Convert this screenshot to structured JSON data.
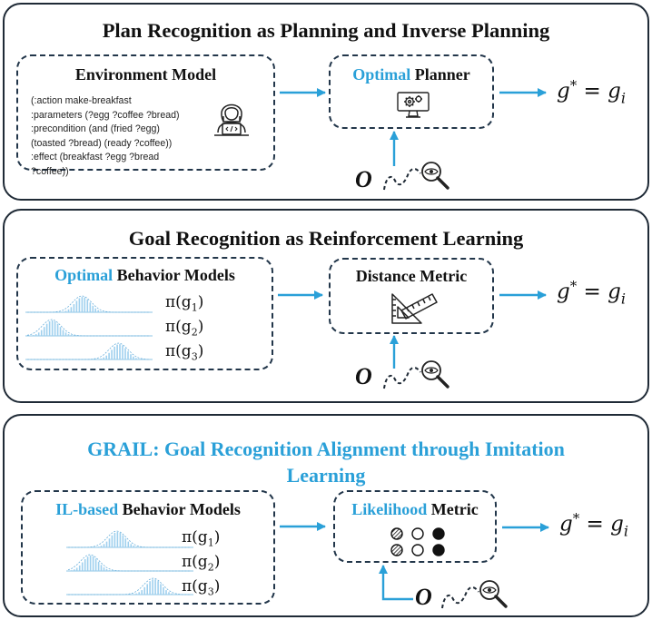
{
  "accent_color": "#2aa0d8",
  "panel1": {
    "title": "Plan Recognition as Planning and Inverse Planning",
    "env_box": {
      "title": "Environment Model",
      "code_lines": [
        "(:action make-breakfast",
        ":parameters (?egg ?coffee ?bread)",
        ":precondition (and (fried ?egg)",
        "(toasted ?bread) (ready ?coffee))",
        ":effect (breakfast ?egg ?bread",
        "?coffee))"
      ],
      "icon": "person-laptop-icon"
    },
    "planner_box": {
      "title_accent": "Optimal",
      "title_rest": "Planner",
      "icon": "monitor-gear-icon"
    },
    "observation": "O",
    "result": {
      "lhs": "g",
      "sup": "*",
      "eq": " = ",
      "rhs": "g",
      "sub": "i"
    }
  },
  "panel2": {
    "title": "Goal Recognition as Reinforcement Learning",
    "behavior_box": {
      "title_accent": "Optimal",
      "title_rest": "Behavior Models",
      "policies": [
        {
          "pi": "π(g",
          "sub": "1",
          "close": ")"
        },
        {
          "pi": "π(g",
          "sub": "2",
          "close": ")"
        },
        {
          "pi": "π(g",
          "sub": "3",
          "close": ")"
        }
      ]
    },
    "metric_box": {
      "title": "Distance Metric",
      "icon": "ruler-triangle-icon"
    },
    "observation": "O",
    "result": {
      "lhs": "g",
      "sup": "*",
      "eq": " = ",
      "rhs": "g",
      "sub": "i"
    }
  },
  "panel3": {
    "title_line1": "GRAIL: Goal Recognition Alignment through Imitation",
    "title_line2": "Learning",
    "behavior_box": {
      "title_accent": "IL-based",
      "title_rest": "Behavior Models",
      "policies": [
        {
          "pi": "π(g",
          "sub": "1",
          "close": ")"
        },
        {
          "pi": "π(g",
          "sub": "2",
          "close": ")"
        },
        {
          "pi": "π(g",
          "sub": "3",
          "close": ")"
        }
      ]
    },
    "metric_box": {
      "title_accent": "Likelihood",
      "title_rest": "Metric",
      "icon": "likelihood-dots-icon"
    },
    "observation": "O",
    "result": {
      "lhs": "g",
      "sup": "*",
      "eq": " = ",
      "rhs": "g",
      "sub": "i"
    }
  }
}
